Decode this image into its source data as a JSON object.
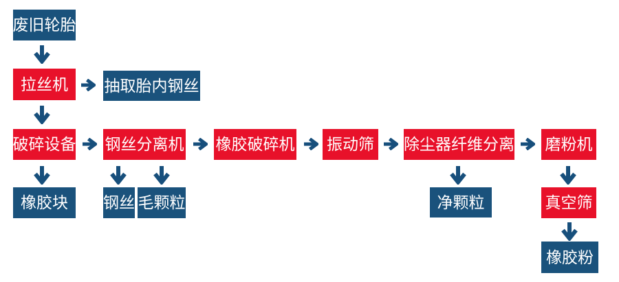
{
  "colors": {
    "box_red": "#e8112a",
    "box_blue": "#1a527c",
    "arrow_blue": "#174f7c",
    "text": "#ffffff",
    "background": "#ffffff"
  },
  "nodes": [
    {
      "id": "waste-tires",
      "label": "废旧轮胎",
      "style": "blue"
    },
    {
      "id": "wire-drawing-machine",
      "label": "拉丝机",
      "style": "red"
    },
    {
      "id": "extract-tire-steel-wire",
      "label": "抽取胎内钢丝",
      "style": "blue"
    },
    {
      "id": "crushing-equipment",
      "label": "破碎设备",
      "style": "red"
    },
    {
      "id": "steel-wire-separator",
      "label": "钢丝分离机",
      "style": "red"
    },
    {
      "id": "rubber-crusher",
      "label": "橡胶破碎机",
      "style": "red"
    },
    {
      "id": "vibrating-screen",
      "label": "振动筛",
      "style": "red"
    },
    {
      "id": "dust-collector-fiber-separation",
      "label": "除尘器纤维分离",
      "style": "red"
    },
    {
      "id": "grinding-mill",
      "label": "磨粉机",
      "style": "red"
    },
    {
      "id": "rubber-block",
      "label": "橡胶块",
      "style": "blue"
    },
    {
      "id": "steel-wire",
      "label": "钢丝",
      "style": "blue"
    },
    {
      "id": "coarse-granules",
      "label": "毛颗粒",
      "style": "blue"
    },
    {
      "id": "clean-granules",
      "label": "净颗粒",
      "style": "blue"
    },
    {
      "id": "vacuum-screen",
      "label": "真空筛",
      "style": "red"
    },
    {
      "id": "rubber-powder",
      "label": "橡胶粉",
      "style": "blue"
    }
  ],
  "edges": [
    {
      "from": "waste-tires",
      "to": "wire-drawing-machine",
      "direction": "down"
    },
    {
      "from": "wire-drawing-machine",
      "to": "extract-tire-steel-wire",
      "direction": "right"
    },
    {
      "from": "wire-drawing-machine",
      "to": "crushing-equipment",
      "direction": "down"
    },
    {
      "from": "crushing-equipment",
      "to": "steel-wire-separator",
      "direction": "right"
    },
    {
      "from": "crushing-equipment",
      "to": "rubber-block",
      "direction": "down"
    },
    {
      "from": "steel-wire-separator",
      "to": "rubber-crusher",
      "direction": "right"
    },
    {
      "from": "steel-wire-separator",
      "to": "steel-wire",
      "direction": "down"
    },
    {
      "from": "steel-wire-separator",
      "to": "coarse-granules",
      "direction": "down"
    },
    {
      "from": "rubber-crusher",
      "to": "vibrating-screen",
      "direction": "right"
    },
    {
      "from": "vibrating-screen",
      "to": "dust-collector-fiber-separation",
      "direction": "right"
    },
    {
      "from": "dust-collector-fiber-separation",
      "to": "grinding-mill",
      "direction": "right"
    },
    {
      "from": "dust-collector-fiber-separation",
      "to": "clean-granules",
      "direction": "down"
    },
    {
      "from": "grinding-mill",
      "to": "vacuum-screen",
      "direction": "down"
    },
    {
      "from": "vacuum-screen",
      "to": "rubber-powder",
      "direction": "down"
    }
  ]
}
